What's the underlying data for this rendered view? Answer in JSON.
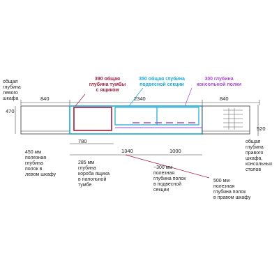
{
  "colors": {
    "red": "#a01c3c",
    "blue": "#19a7d2",
    "purple": "#a44ad0",
    "line": "#333333"
  },
  "callouts": {
    "left_cabinet_depth": [
      "общая",
      "глубина",
      "левого",
      "шкафа"
    ],
    "tumba_depth": [
      "390 общая",
      "глубина тумбы",
      "с ящиком"
    ],
    "hanging_depth": [
      "350 общая глубина",
      "подвесной секции"
    ],
    "console_depth": [
      "300 глубина",
      "консольной полки"
    ],
    "right_cabinet_depth": [
      "общая",
      "глубина",
      "правого",
      "шкафа,",
      "консольных",
      "столов"
    ]
  },
  "dimensions": {
    "left_width": "840",
    "center_width": "2340",
    "right_width": "840",
    "left_height": "470",
    "right_height": "520",
    "tumba_width": "780",
    "span_1340": "1340",
    "span_1000": "1000"
  },
  "notes": {
    "left_shelves": [
      "450 мм",
      "полезная",
      "глубина",
      "полок в",
      "левом шкафу"
    ],
    "drawer_box": [
      "285 мм",
      "глубина",
      "короба ящика",
      "в напольной",
      "тумбе"
    ],
    "hanging_shelves": [
      "~300 мм",
      "полезная",
      "глубина полок",
      "в подвесной",
      "секции"
    ],
    "right_shelves": [
      "500 мм",
      "полезная",
      "глубина полок",
      "в правом шкафу"
    ]
  }
}
